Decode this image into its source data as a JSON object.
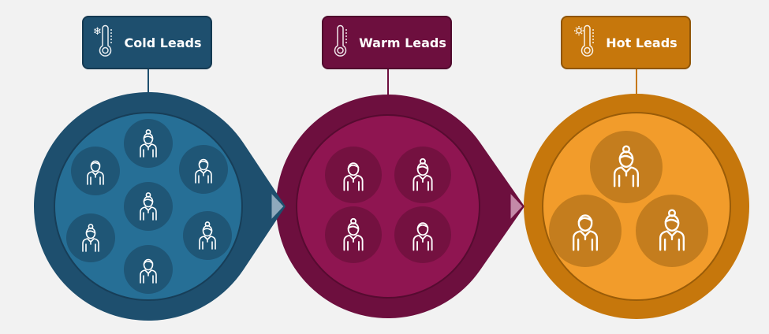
{
  "stages": [
    {
      "id": "cold",
      "label": "Cold Leads",
      "icon": "thermometer-snowflake-icon",
      "colors": {
        "outer": "#1e4f6e",
        "inner": "#266f96",
        "bubble": "#1f5676",
        "border": "#153a52",
        "tip": "#8fa9bd"
      },
      "people": [
        "female",
        "male",
        "male",
        "female",
        "female",
        "female",
        "male"
      ]
    },
    {
      "id": "warm",
      "label": "Warm Leads",
      "icon": "thermometer-icon",
      "colors": {
        "outer": "#6d0f3e",
        "inner": "#8f1551",
        "bubble": "#741140",
        "border": "#500a2d",
        "tip": "#c48aa8"
      },
      "people": [
        "male",
        "female",
        "female",
        "male"
      ]
    },
    {
      "id": "hot",
      "label": "Hot Leads",
      "icon": "thermometer-sun-icon",
      "colors": {
        "outer": "#c6770c",
        "inner": "#f29c2b",
        "bubble": "#c47d1e",
        "border": "#8f5508"
      },
      "people": [
        "female",
        "male",
        "female"
      ]
    }
  ]
}
